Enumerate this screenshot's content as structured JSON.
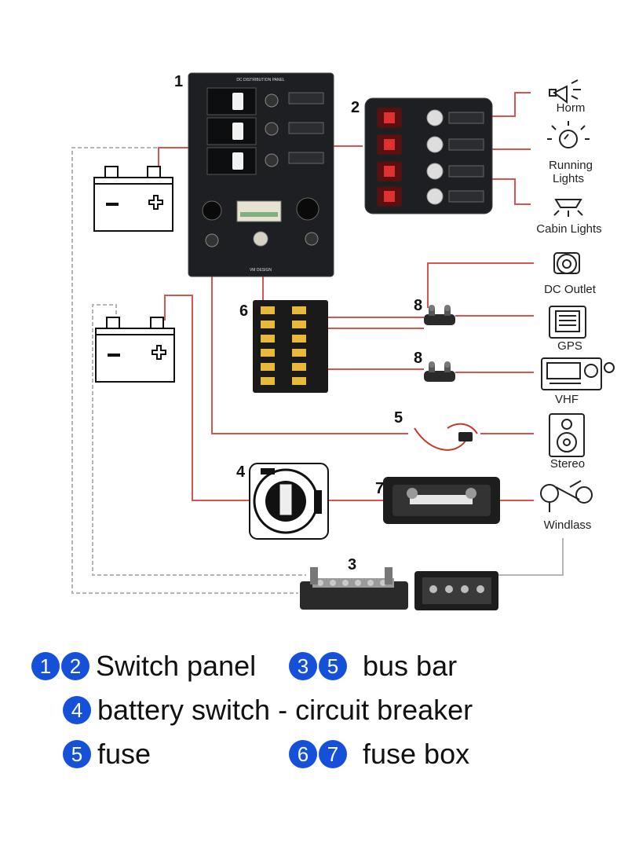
{
  "callouts": {
    "n1": "1",
    "n2": "2",
    "n3": "3",
    "n4": "4",
    "n5": "5",
    "n6": "6",
    "n7": "7",
    "n8a": "8",
    "n8b": "8"
  },
  "devices": {
    "horn": "Horm",
    "running_lights_1": "Running",
    "running_lights_2": "Lights",
    "cabin_lights": "Cabin Lights",
    "dc_outlet": "DC Outlet",
    "gps": "GPS",
    "vhf": "VHF",
    "stereo": "Stereo",
    "windlass": "Windlass"
  },
  "legend": {
    "row1": {
      "badges": [
        "1",
        "2"
      ],
      "text": "Switch panel",
      "badges2": [
        "3",
        "5"
      ],
      "text2": "bus bar"
    },
    "row2": {
      "badges": [
        "4"
      ],
      "text": "battery switch - circuit breaker"
    },
    "row3": {
      "badges": [
        "5"
      ],
      "text": "fuse",
      "badges2": [
        "6",
        "7"
      ],
      "text2": "fuse box"
    }
  },
  "colors": {
    "wire_red": "#d9534f",
    "wire_grey": "#b5b5b5",
    "badge_blue": "#1450d8",
    "panel": "#1d1f22"
  }
}
